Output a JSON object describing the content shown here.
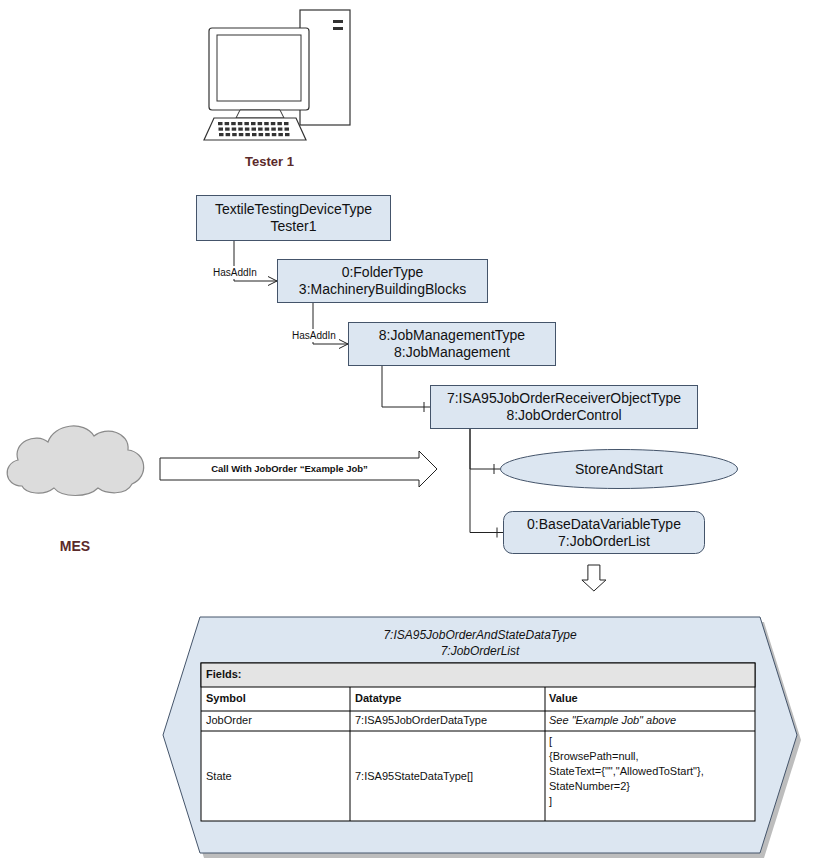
{
  "diagram": {
    "nodes": [
      {
        "text": [
          "TextileTestingDeviceType",
          "Tester1"
        ]
      },
      {
        "text": [
          "0:FolderType",
          "3:MachineryBuildingBlocks"
        ]
      },
      {
        "text": [
          "8:JobManagementType",
          "8:JobManagement"
        ]
      },
      {
        "text": [
          "7:ISA95JobOrderReceiverObjectType",
          "8:JobOrderControl"
        ]
      },
      {
        "text": [
          "StoreAndStart"
        ]
      },
      {
        "text": [
          "0:BaseDataVariableType",
          "7:JobOrderList"
        ]
      },
      {
        "text": [
          "MES"
        ]
      },
      {
        "text": [
          "7:ISA95JobOrderAndStateDataType",
          "7:JobOrderList"
        ]
      }
    ],
    "edges": [
      {
        "from": 0,
        "to": 1,
        "arrow": "to",
        "label": "HasAddIn"
      },
      {
        "from": 1,
        "to": 2,
        "arrow": "to",
        "label": "HasAddIn"
      },
      {
        "from": 2,
        "to": 3,
        "arrow": "none"
      },
      {
        "from": 3,
        "to": 4,
        "arrow": "none"
      },
      {
        "from": 3,
        "to": 5,
        "arrow": "none"
      },
      {
        "from": 6,
        "to": 4,
        "arrow": "to",
        "label": "Call With JobOrder “Example Job”"
      },
      {
        "from": 5,
        "to": 7,
        "arrow": "to"
      }
    ],
    "labels": [
      "Tester 1",
      "Fields:",
      "Symbol",
      "Datatype",
      "Value",
      "JobOrder",
      "7:ISA95JobOrderDataType",
      "See \"Example Job\" above",
      "State",
      "7:ISA95StateDataType[]",
      "[",
      "{BrowsePath=null,",
      "StateText={\"\",\"AllowedToStart\"},",
      "StateNumber=2}",
      "]"
    ]
  }
}
